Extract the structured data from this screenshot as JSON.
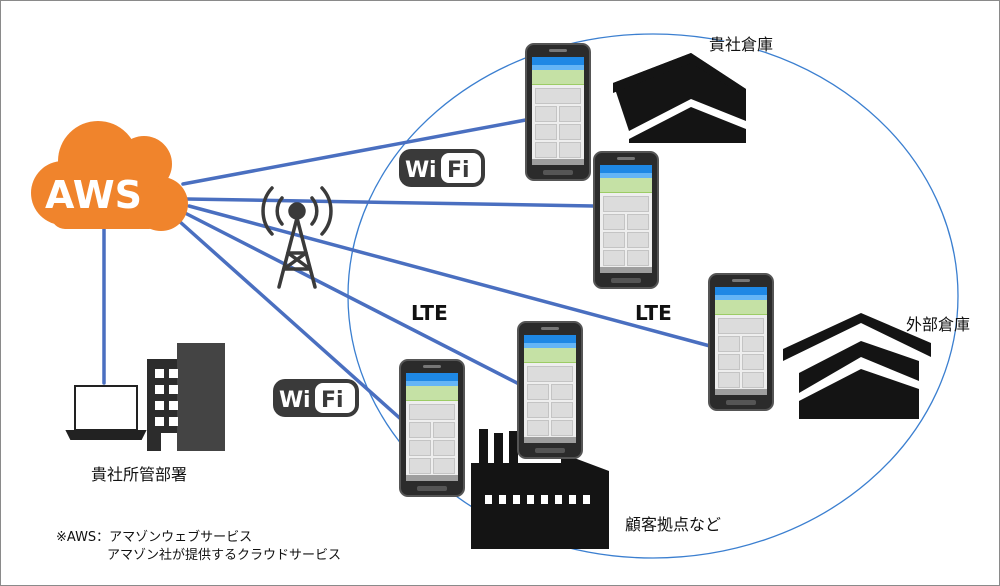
{
  "aws": {
    "label": "AWS"
  },
  "labels": {
    "company_warehouse": "貴社倉庫",
    "external_warehouse": "外部倉庫",
    "company_department": "貴社所管部署",
    "customer_sites": "顧客拠点など"
  },
  "connections": {
    "lte_left": "LTE",
    "lte_right": "LTE"
  },
  "wifi": {
    "text": "WiFi"
  },
  "note": {
    "line1": "※AWS：アマゾンウェブサービス",
    "line2": "アマゾン社が提供するクラウドサービス"
  },
  "colors": {
    "aws_orange": "#f0842c",
    "link_blue": "#4a6fc0",
    "circle_blue": "#3b7fd0",
    "icon_black": "#111111",
    "building_gray": "#555555"
  }
}
